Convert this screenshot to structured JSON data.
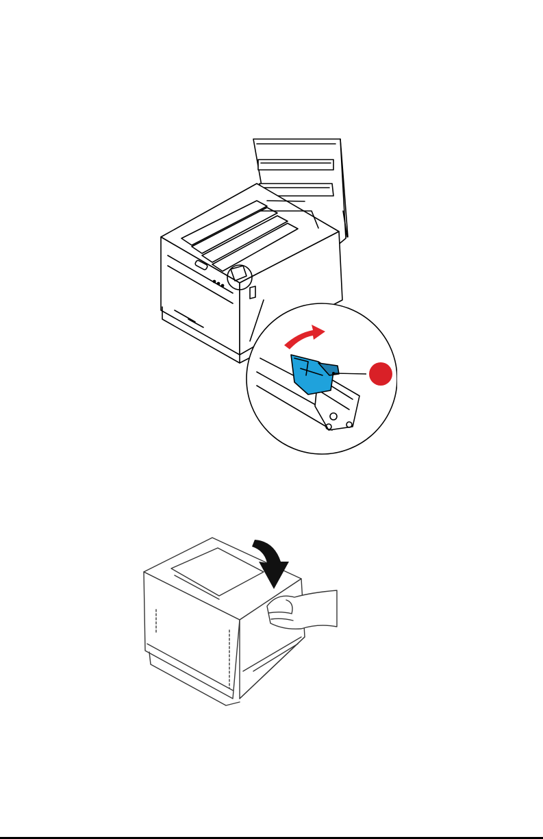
{
  "page": {
    "background": "#ffffff"
  },
  "figures": [
    {
      "id": "figure-open-printer-toner-lock",
      "depicts": "printer-open-top-cover-with-toner-cartridge-lock-lever",
      "callout_color": "#d92027",
      "cartridge_color": "#1fa2dc",
      "arrow_color": "#e0242a"
    },
    {
      "id": "figure-close-printer-cover",
      "depicts": "hand-closing-printer-top-cover"
    }
  ],
  "footer": {
    "rule_color": "#000000"
  }
}
